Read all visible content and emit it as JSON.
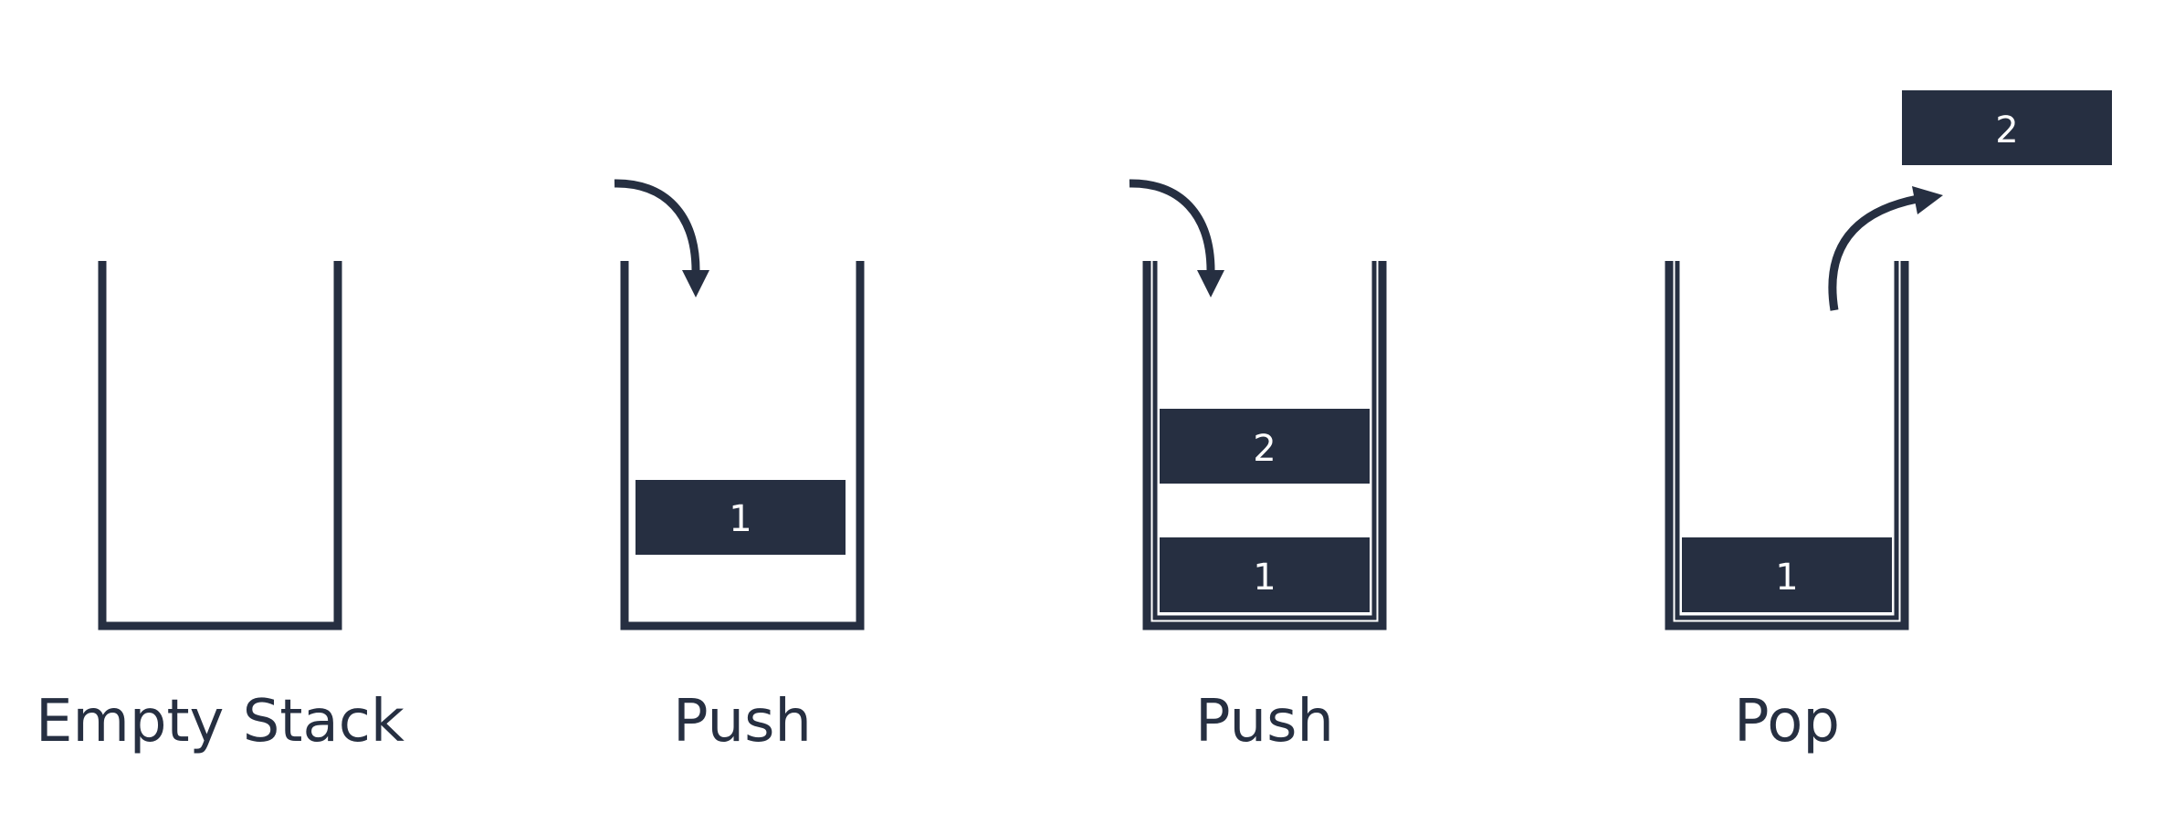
{
  "colors": {
    "ink": "#262f41",
    "background": "#ffffff",
    "block_text": "#ffffff"
  },
  "stages": [
    {
      "caption": "Empty Stack",
      "blocks": [],
      "arrow": "none"
    },
    {
      "caption": "Push",
      "blocks": [
        {
          "label": "1"
        }
      ],
      "arrow": "push-in"
    },
    {
      "caption": "Push",
      "blocks": [
        {
          "label": "1"
        },
        {
          "label": "2"
        }
      ],
      "arrow": "push-in"
    },
    {
      "caption": "Pop",
      "blocks": [
        {
          "label": "1"
        }
      ],
      "arrow": "pop-out",
      "popped": {
        "label": "2"
      }
    }
  ]
}
